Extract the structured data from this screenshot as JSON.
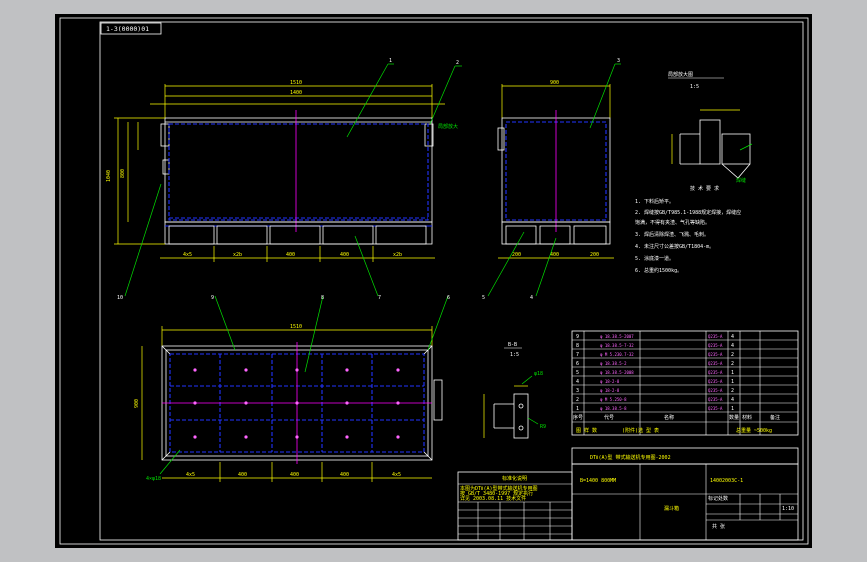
{
  "drawing_number_box": "1-3(0000)01",
  "colors": {
    "canvas": "#c0c1c3",
    "paper": "#000000",
    "frame": "#ffffff",
    "hidden_line": "#2233ff",
    "center_line": "#ff00ff",
    "leader": "#00e000",
    "dimension": "#ffff00",
    "title_text": "#ffff00"
  },
  "callouts": {
    "c1": "1",
    "c2": "2",
    "c3": "3",
    "c4": "4",
    "c5": "5",
    "c6": "6",
    "c7": "7",
    "c8": "8",
    "c9": "9",
    "c10": "10"
  },
  "notes_block": {
    "heading": "技 术 要 求",
    "lines": [
      "1. 下料后矫平。",
      "2. 焊缝按GB/T985.1-1988规定焊接，焊缝应",
      "   饱满，不得有夹渣、气孔等缺陷。",
      "3. 焊后清除焊渣、飞溅、毛刺。",
      "4. 未注尺寸公差按GB/T1804-m。",
      "5. 涂底漆一道。",
      "6. 总重约1500kg。"
    ]
  },
  "detail_views": {
    "detail_a_label": "局部放大图",
    "detail_a_scale": "1:5",
    "detail_b_label": "B-B",
    "detail_b_scale": "1:5"
  },
  "parts_table": {
    "rows": [
      {
        "no": "9",
        "name": "φ 18.38.5-2007",
        "qty": "4",
        "mat": "Q235-A"
      },
      {
        "no": "8",
        "name": "φ 18.38.5-7-32",
        "qty": "4",
        "mat": "Q235-A"
      },
      {
        "no": "7",
        "name": "φ M 5.230.7-32",
        "qty": "2",
        "mat": "Q235-A"
      },
      {
        "no": "6",
        "name": "φ 18.38.5-2",
        "qty": "2",
        "mat": "Q235-A"
      },
      {
        "no": "5",
        "name": "φ 18.38.5-2008",
        "qty": "1",
        "mat": "Q235-A"
      },
      {
        "no": "4",
        "name": "φ 18-2-8",
        "qty": "1",
        "mat": "Q235-A"
      },
      {
        "no": "3",
        "name": "φ 18-2-8",
        "qty": "2",
        "mat": "Q235-A"
      },
      {
        "no": "2",
        "name": "φ M 5.250-8",
        "qty": "4",
        "mat": "Q235-A"
      },
      {
        "no": "1",
        "name": "φ 18.38.5-8",
        "qty": "1",
        "mat": "Q235-A"
      }
    ],
    "header": [
      "序号",
      "代号",
      "名称",
      "数量",
      "材料",
      "备注"
    ],
    "footer_left": "图 样 数",
    "footer_mid": "(附件)选 型 表",
    "footer_right": "总重量 ~500kg"
  },
  "title_block": {
    "series_title": "DTⅡ(A)型 带式输送机专用图-2002",
    "model_left": "B=1400 800MM",
    "drawing_no": "14002003C-1",
    "part_name": "漏斗箱",
    "small_left_title": "标记处数",
    "scale_label": "1:10",
    "sheet_label": "共 张"
  },
  "revision_block": {
    "heading": "标准化说明",
    "lines": [
      "本图为DTⅡ(A)型带式输送机专用图",
      "按 GB/T 3480-1997 规定执行",
      "详见 2003.08.11 技术文件"
    ]
  }
}
